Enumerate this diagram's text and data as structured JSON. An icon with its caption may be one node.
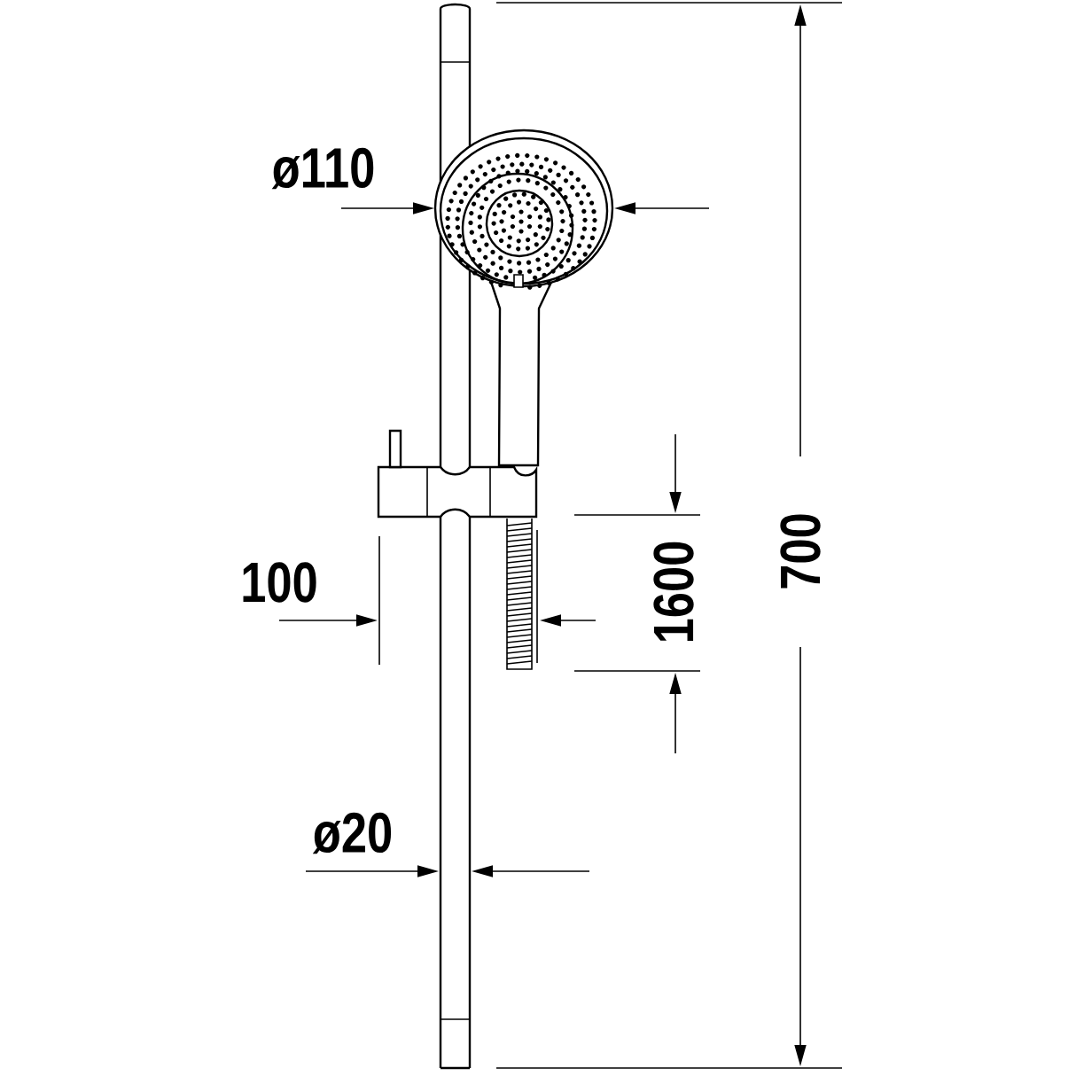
{
  "diagram": {
    "labels": [
      "ø110",
      "100",
      "1600",
      "700",
      "ø20"
    ]
  }
}
